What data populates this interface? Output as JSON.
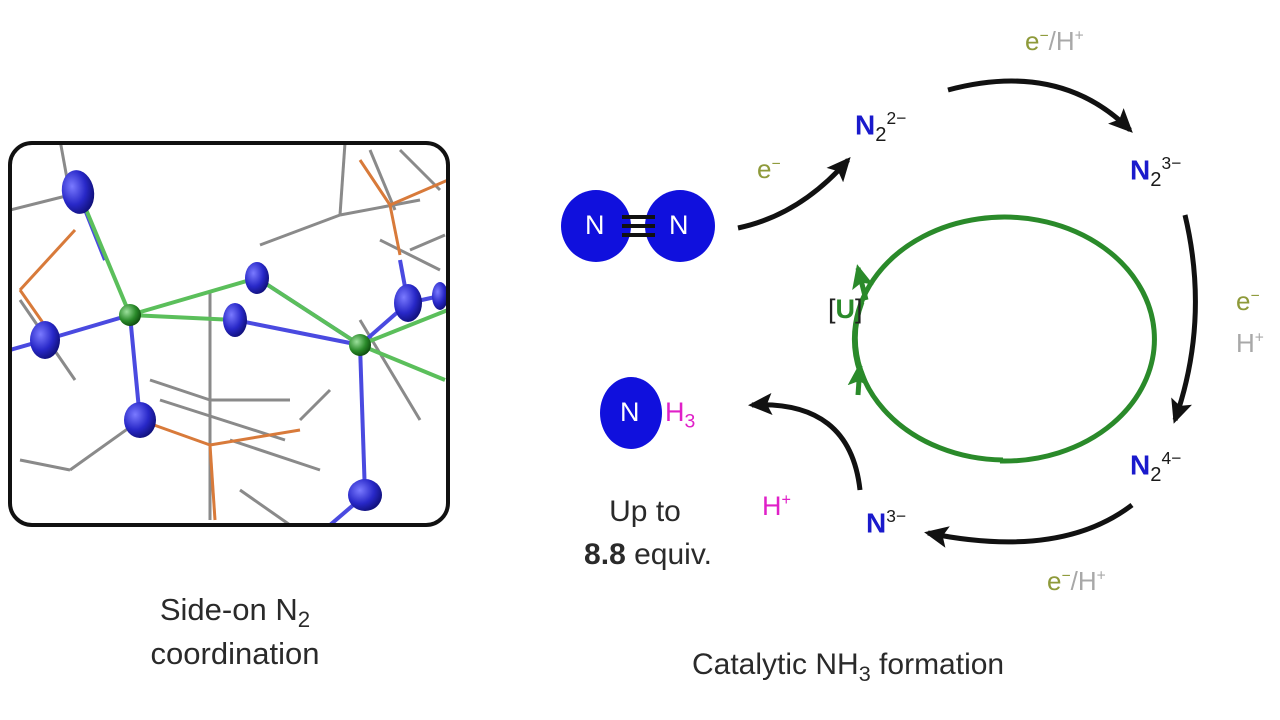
{
  "left_caption": {
    "line1": "Side-on N",
    "line1_sub": "2",
    "line2": "coordination"
  },
  "n2_molecule": {
    "atom_left": "N",
    "atom_right": "N"
  },
  "nh3_molecule": {
    "atom": "N",
    "suffix": "H",
    "suffix_sub": "3"
  },
  "yield_text": {
    "line1": "Up to",
    "value": "8.8",
    "unit": "equiv."
  },
  "cycle": {
    "catalyst_open": "[",
    "catalyst": "U",
    "catalyst_close": "]",
    "species": [
      {
        "id": "N2_2minus",
        "base": "N",
        "sub": "2",
        "sup": "2−"
      },
      {
        "id": "N2_3minus",
        "base": "N",
        "sub": "2",
        "sup": "3−"
      },
      {
        "id": "N2_4minus",
        "base": "N",
        "sub": "2",
        "sup": "4−"
      },
      {
        "id": "N_3minus",
        "base": "N",
        "sub": "",
        "sup": "3−"
      }
    ],
    "reagents": {
      "entry": {
        "e": "e",
        "e_sup": "−"
      },
      "top": {
        "e": "e",
        "e_sup": "−",
        "slash": "/",
        "h": "H",
        "h_sup": "+"
      },
      "right": {
        "e": "e",
        "e_sup": "−",
        "h": "H",
        "h_sup": "+"
      },
      "bottom": {
        "e": "e",
        "e_sup": "−",
        "slash": "/",
        "h": "H",
        "h_sup": "+"
      },
      "release": {
        "h": "H",
        "h_sup": "+"
      }
    }
  },
  "bottom_caption": {
    "pre": "Catalytic NH",
    "sub": "3",
    "post": " formation"
  },
  "colors": {
    "nitrogen": "#1010dd",
    "uranium": "#2a8a2a",
    "cycle_ring": "#2a8a2a",
    "arrow": "#111111",
    "electron": "#8e9a3a",
    "proton_grey": "#a8a8a8",
    "proton_pink": "#e020c8",
    "phosphorus_bond": "#d87a3a"
  }
}
